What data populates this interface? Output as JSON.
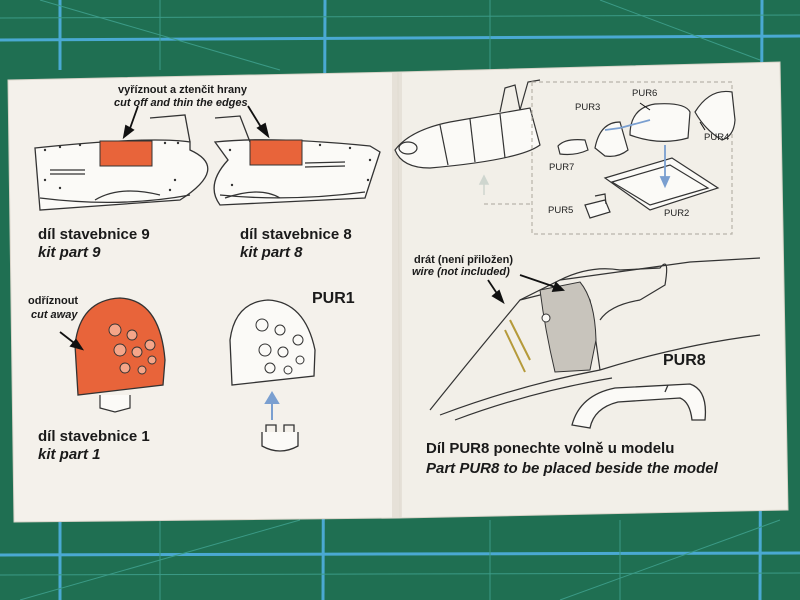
{
  "left_page": {
    "cut_label_cz": "vyříznout a ztenčit hrany",
    "cut_label_en": "cut off and thin the edges",
    "part9_cz": "díl stavebnice 9",
    "part9_en": "kit part 9",
    "part8_cz": "díl stavebnice 8",
    "part8_en": "kit part 8",
    "cutaway_cz": "odříznout",
    "cutaway_en": "cut away",
    "pur1": "PUR1",
    "part1_cz": "díl stavebnice 1",
    "part1_en": "kit part 1"
  },
  "right_page": {
    "pur3": "PUR3",
    "pur6": "PUR6",
    "pur4": "PUR4",
    "pur7": "PUR7",
    "pur5": "PUR5",
    "pur2": "PUR2",
    "wire_cz": "drát (není přiložen)",
    "wire_en": "wire (not included)",
    "pur8": "PUR8",
    "note_cz": "Díl PUR8 ponechte volně u modelu",
    "note_en": "Part PUR8 to be placed beside the model"
  },
  "colors": {
    "mat": "#1f6f52",
    "grid": "#4fb0e0",
    "paper": "#f3f0ea",
    "orange": "#e8643a",
    "arrow_blue": "#7a9fd0"
  }
}
